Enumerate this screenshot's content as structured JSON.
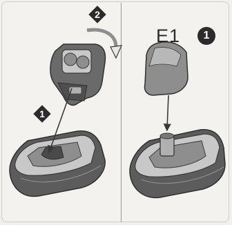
{
  "panels": [
    {
      "steps": [
        {
          "number": "1"
        },
        {
          "number": "2"
        }
      ]
    },
    {
      "code": "E1",
      "code_badge": "1"
    }
  ],
  "colors": {
    "background": "#f3f2ee",
    "outline": "#3a3a3a",
    "dark_fill": "#5c5c5c",
    "mid_fill": "#8e8e8e",
    "light_fill": "#c8c8c8",
    "step_badge": "#2b2b2b"
  }
}
